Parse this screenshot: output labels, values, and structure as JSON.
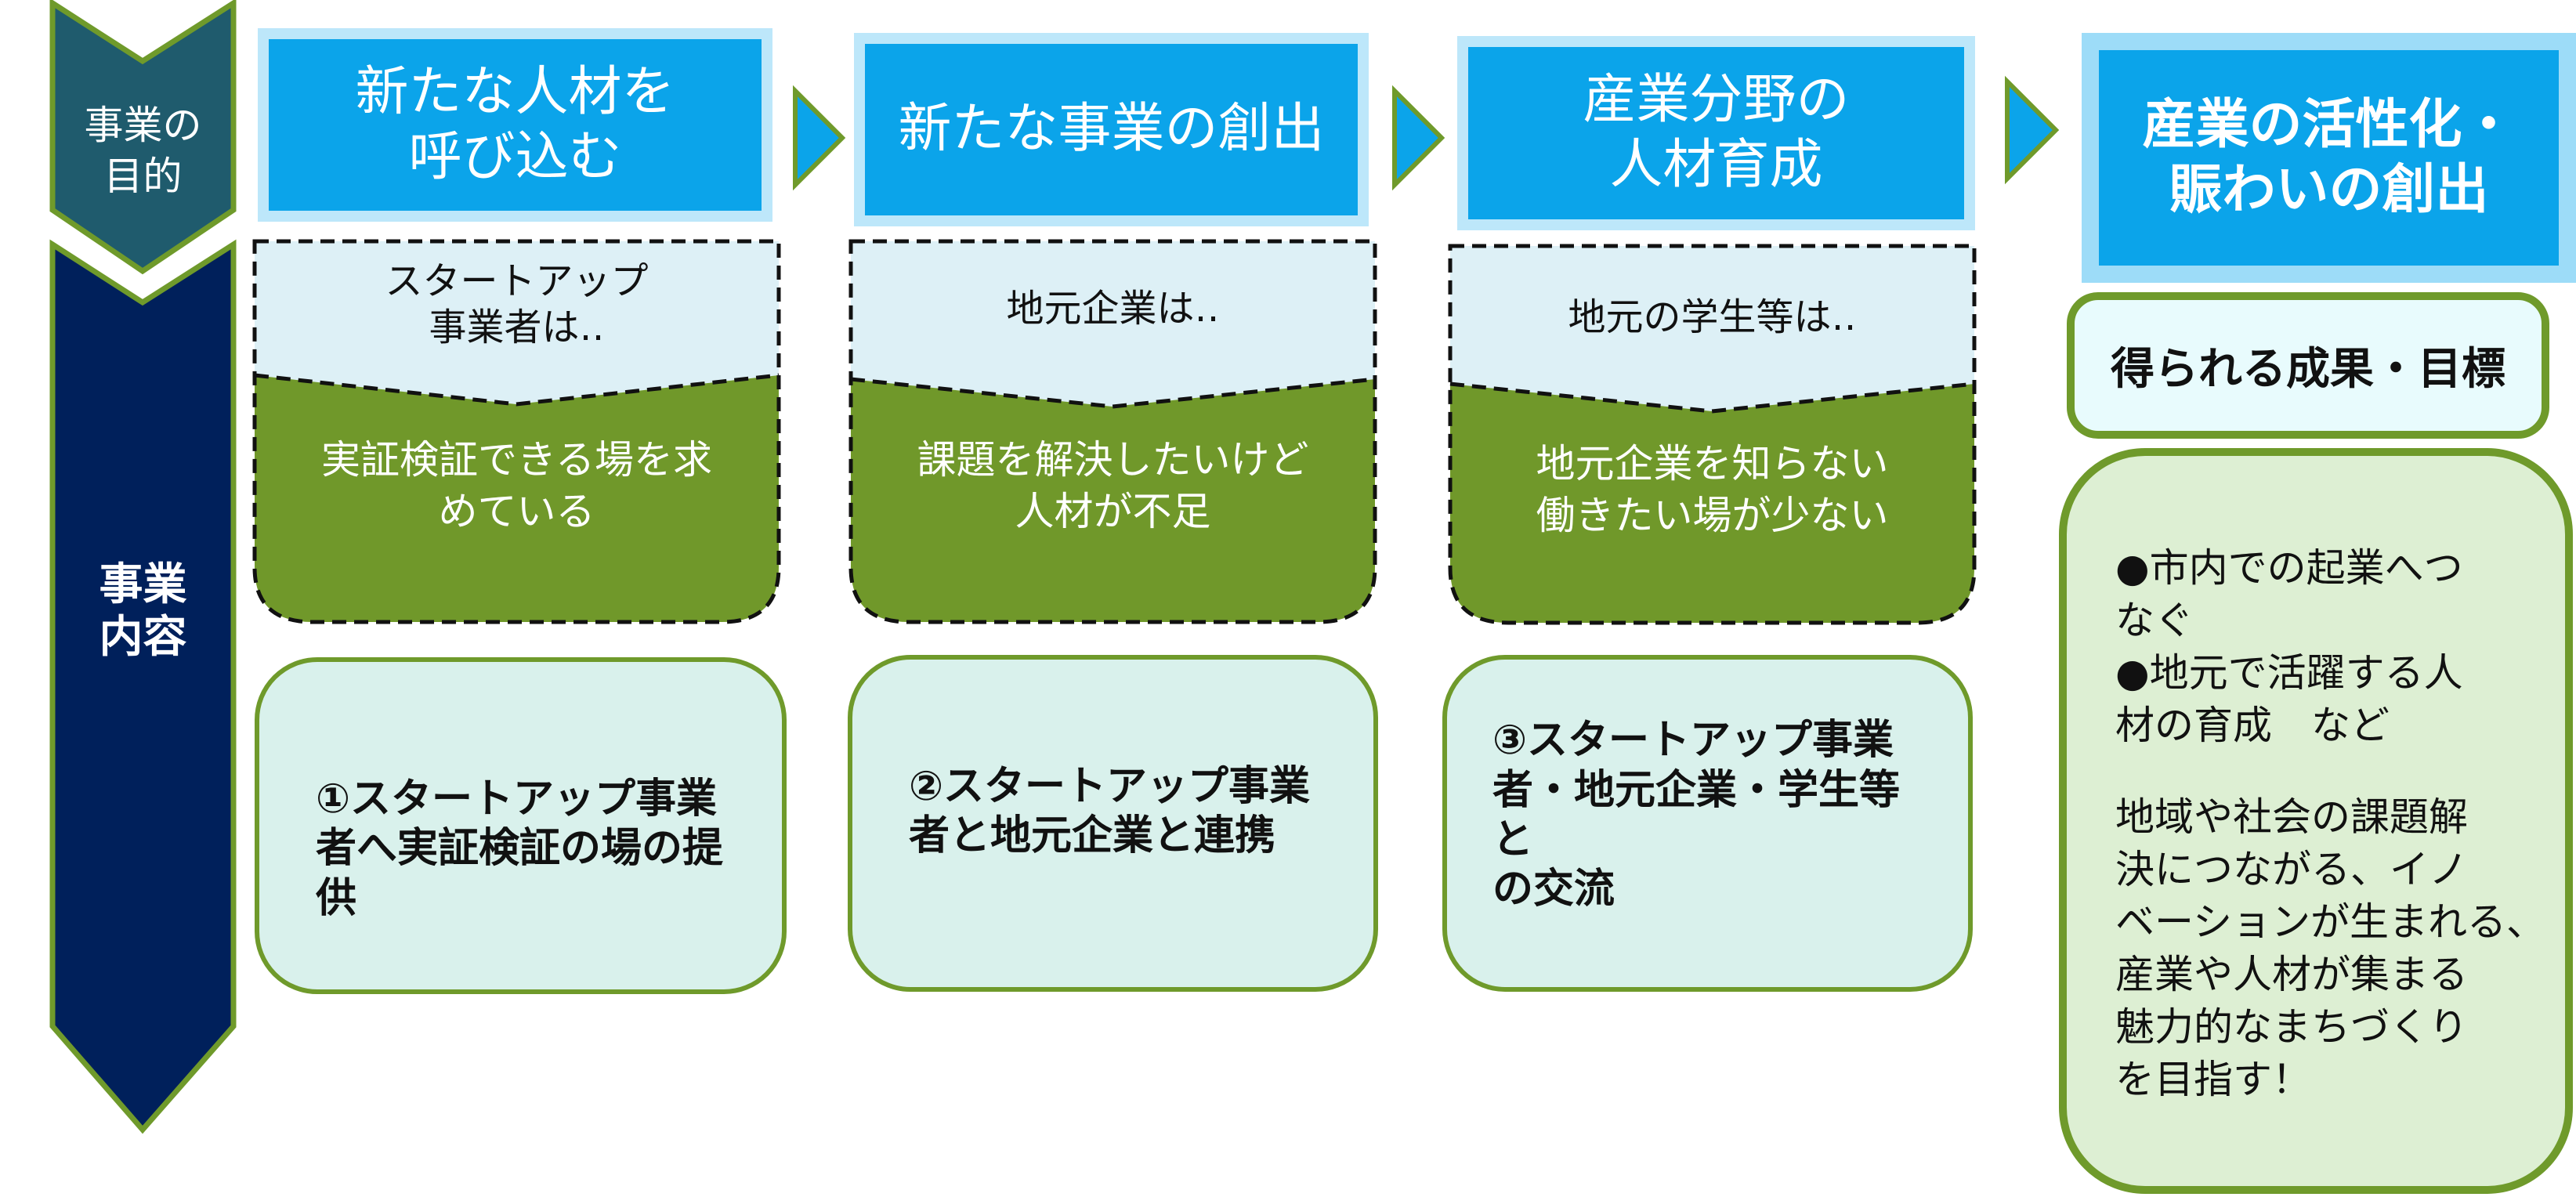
{
  "colors": {
    "purpose_chevron": "#1f5b6d",
    "content_chevron": "#00205b",
    "chevron_outline": "#6f9a2b",
    "purpose_box_fill": "#0ba4ea",
    "purpose_box_border": "#bde7fa",
    "audience_top_fill": "#ddf0f6",
    "audience_bottom_fill": "#70982a",
    "activity_fill": "#d9f1ec",
    "result_fill": "#ddefd3",
    "accent_green": "#6f9a2b"
  },
  "side_labels": {
    "purpose": "事業の\n目的",
    "content": "事業\n内容"
  },
  "purposes": [
    {
      "label": "新たな人材を\n呼び込む"
    },
    {
      "label": "新たな事業の創出"
    },
    {
      "label": "産業分野の\n人材育成"
    },
    {
      "label": "産業の活性化・\n賑わいの創出"
    }
  ],
  "arrows": [
    {
      "icon": "triangle-right-icon"
    },
    {
      "icon": "triangle-right-icon"
    },
    {
      "icon": "triangle-right-icon"
    }
  ],
  "audiences": [
    {
      "who": "スタートアップ\n事業者は‥",
      "need": "実証検証できる場を求\nめている"
    },
    {
      "who": "地元企業は‥",
      "need": "課題を解決したいけど\n人材が不足"
    },
    {
      "who": "地元の学生等は‥",
      "need": "地元企業を知らない\n働きたい場が少ない"
    }
  ],
  "activities": [
    {
      "text": "①スタートアップ事業\n者へ実証検証の場の提\n供"
    },
    {
      "text": "②スタートアップ事業\n者と地元企業と連携"
    },
    {
      "text": "③スタートアップ事業\n者・地元企業・学生等と\nの交流"
    }
  ],
  "results": {
    "label": "得られる成果・目標",
    "lines": [
      "●市内での起業へつ",
      "なぐ",
      "●地元で活躍する人",
      "材の育成　など",
      "",
      "地域や社会の課題解",
      "決につながる、イノ",
      "ベーションが生まれる、",
      "産業や人材が集まる",
      "魅力的なまちづくり",
      "を目指す！"
    ]
  }
}
